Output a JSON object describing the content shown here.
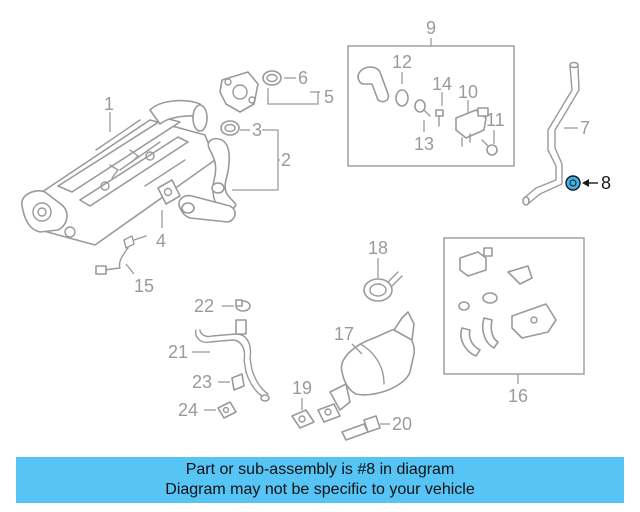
{
  "labels": {
    "n1": "1",
    "n2": "2",
    "n3": "3",
    "n4": "4",
    "n5": "5",
    "n6": "6",
    "n7": "7",
    "n8": "8",
    "n9": "9",
    "n10": "10",
    "n11": "11",
    "n12": "12",
    "n13": "13",
    "n14": "14",
    "n15": "15",
    "n16": "16",
    "n17": "17",
    "n18": "18",
    "n19": "19",
    "n20": "20",
    "n21": "21",
    "n22": "22",
    "n23": "23",
    "n24": "24"
  },
  "banner": {
    "line1": "Part or sub-assembly is #8 in diagram",
    "line2": "Diagram may not be specific to your vehicle"
  },
  "colors": {
    "highlight_part": "#3cb4e6",
    "banner_bg": "#56c5f5",
    "line_gray": "#9a9a9a"
  }
}
